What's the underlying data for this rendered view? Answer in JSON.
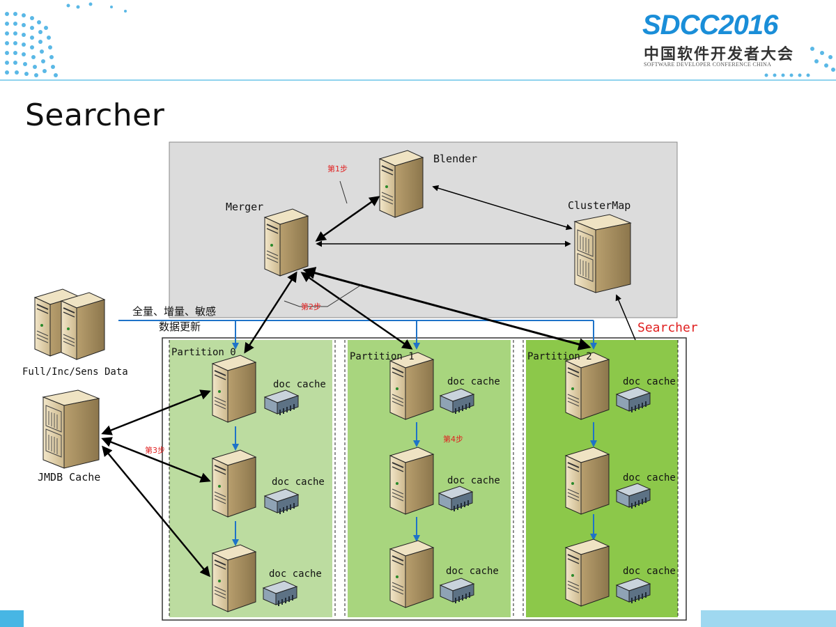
{
  "slide": {
    "title": "Searcher"
  },
  "logo": {
    "main": "SDCC2016",
    "cn": "中国软件开发者大会",
    "en": "SOFTWARE DEVELOPER CONFERENCE CHINA"
  },
  "diagram": {
    "blender": "Blender",
    "merger": "Merger",
    "cluster_map": "ClusterMap",
    "searcher": "Searcher",
    "full_data": "Full/Inc/Sens Data",
    "jmdb_cache": "JMDB Cache",
    "update_line1": "全量、增量、敏感",
    "update_line2": "数据更新",
    "partitions": [
      "Partition 0",
      "Partition 1",
      "Partition 2"
    ],
    "doc_cache": "doc cache",
    "steps": [
      "第1步",
      "第2步",
      "第3步",
      "第4步"
    ]
  },
  "colors": {
    "accent": "#1a8ed8",
    "gray_zone": "#dcdcdc",
    "partition_light": "#bcdca0",
    "partition_dark": "#8cc84a",
    "step_red": "#e02020",
    "update_blue": "#1e73c8"
  }
}
